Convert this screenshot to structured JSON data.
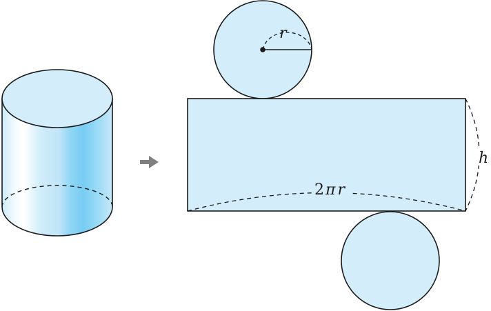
{
  "labels": {
    "radius": "r",
    "height": "h",
    "circumference_coef": "2",
    "circumference_pi": "π",
    "circumference_r": "r"
  },
  "icons": {
    "arrow": "right-arrow-icon"
  },
  "colors": {
    "face_fill": "#d4edfb",
    "cylinder_highlight": "#ffffff",
    "cylinder_shade": "#7fd0f4",
    "stroke": "#1a1a1a",
    "arrow": "#808080"
  }
}
